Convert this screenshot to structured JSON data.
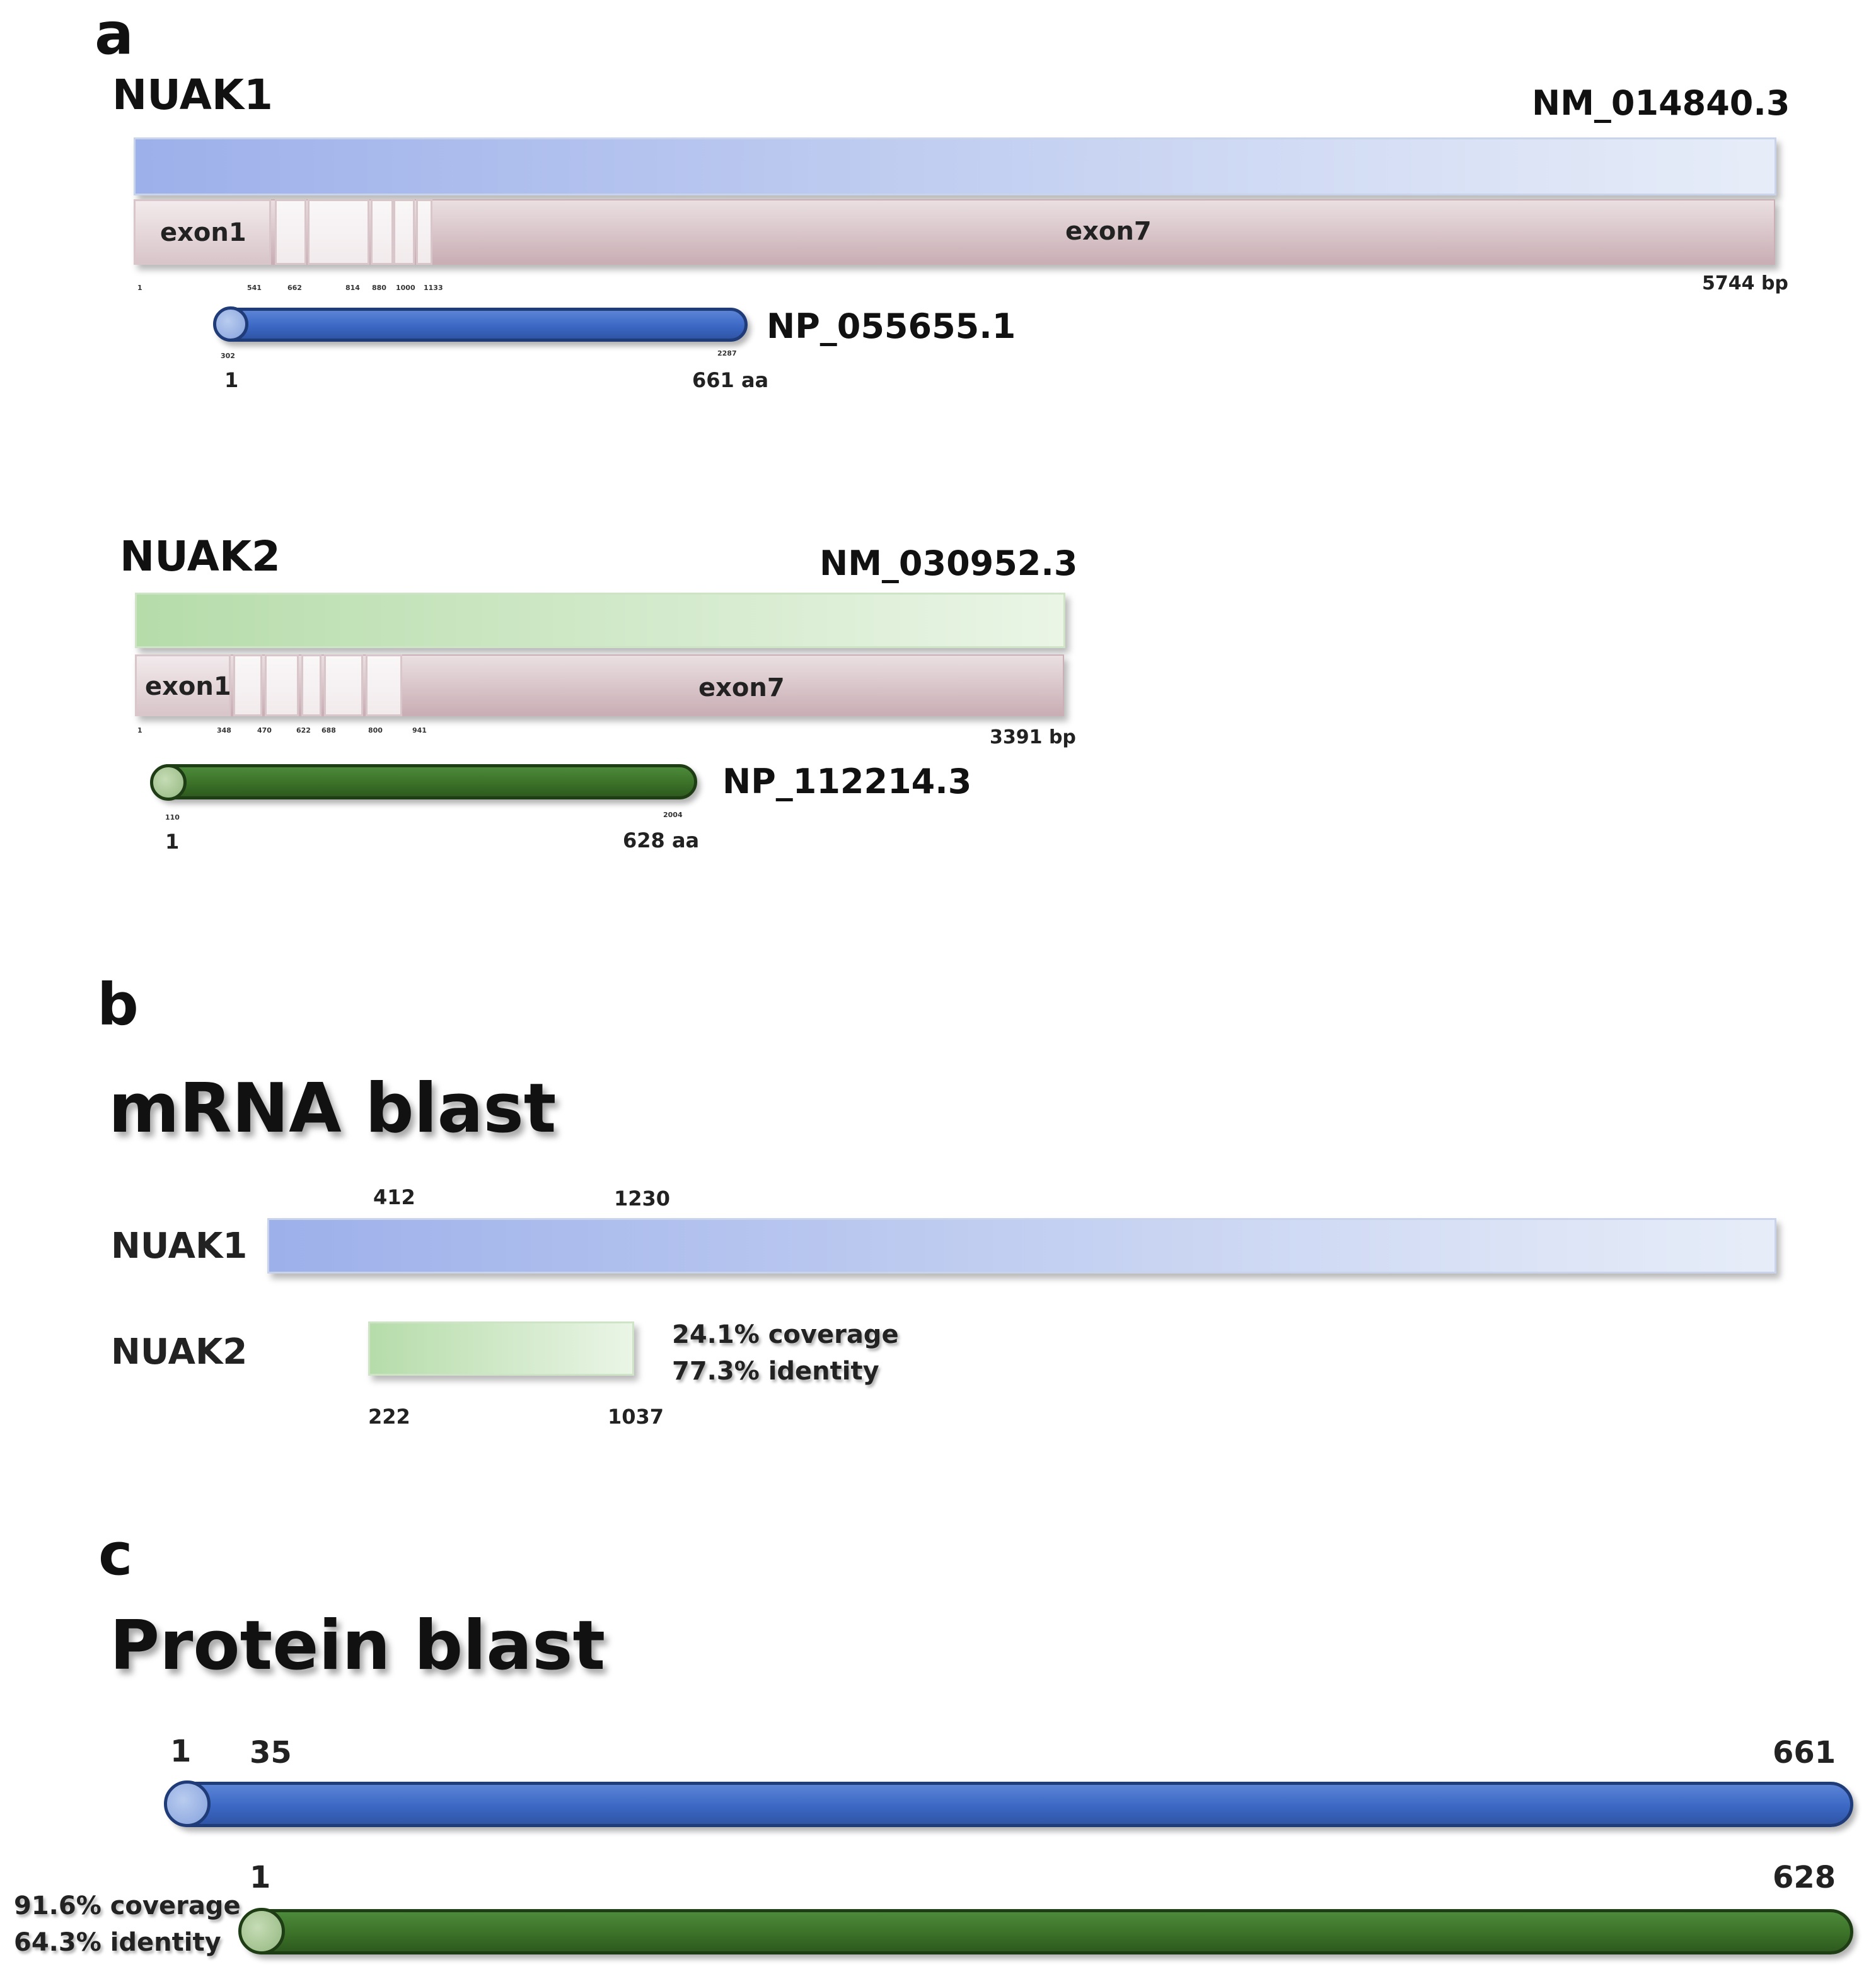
{
  "panels": {
    "a": "a",
    "b": "b",
    "c": "c"
  },
  "nuak1": {
    "gene": "NUAK1",
    "transcript": "NM_014840.3",
    "exon_first": "exon1",
    "exon_last": "exon7",
    "length": "5744 bp",
    "ticks": [
      "1",
      "541",
      "662",
      "814",
      "880",
      "1000",
      "1133"
    ],
    "protein": "NP_055655.1",
    "cds_start": "302",
    "cds_end": "2287",
    "aa_start": "1",
    "aa_end": "661 aa"
  },
  "nuak2": {
    "gene": "NUAK2",
    "transcript": "NM_030952.3",
    "exon_first": "exon1",
    "exon_last": "exon7",
    "length": "3391 bp",
    "ticks": [
      "1",
      "348",
      "470",
      "622",
      "688",
      "800",
      "941"
    ],
    "protein": "NP_112214.3",
    "cds_start": "110",
    "cds_end": "2004",
    "aa_start": "1",
    "aa_end": "628 aa"
  },
  "mrna": {
    "title": "mRNA blast",
    "row1_label": "NUAK1",
    "row2_label": "NUAK2",
    "nuak1_start": "412",
    "nuak1_end": "1230",
    "nuak2_start": "222",
    "nuak2_end": "1037",
    "coverage": "24.1% coverage",
    "identity": "77.3% identity"
  },
  "protein_blast": {
    "title": "Protein blast",
    "p1_start": "1",
    "p1_match": "35",
    "p1_end": "661",
    "p2_start": "1",
    "p2_end": "628",
    "coverage": "91.6% coverage",
    "identity": "64.3% identity"
  }
}
